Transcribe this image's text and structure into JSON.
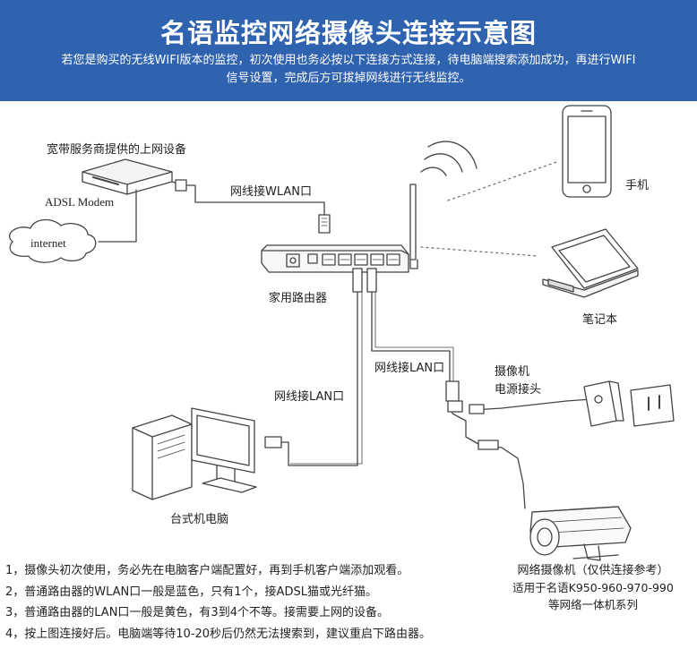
{
  "header": {
    "title": "名语监控网络摄像头连接示意图",
    "subtitle_line1": "若您是购买的无线WIFI版本的监控，初次使用也务必按以下连接方式连接，待电脑端搜索添加成功，再进行WIFI",
    "subtitle_line2": "信号设置，完成后方可拔掉网线进行无线监控。"
  },
  "labels": {
    "isp_equipment": "宽带服务商提供的上网设备",
    "adsl_modem": "ADSL Modem",
    "internet": "internet",
    "wlan_cable": "网线接WLAN口",
    "home_router": "家用路由器",
    "phone": "手机",
    "laptop": "笔记本",
    "lan_cable_camera": "网线接LAN口",
    "lan_cable_pc": "网线接LAN口",
    "camera_power_1": "摄像机",
    "camera_power_2": "电源接头",
    "desktop_pc": "台式机电脑"
  },
  "camera_caption": {
    "line1": "网络摄像机（仅供连接参考）",
    "line2": "适用于名语K950-960-970-990",
    "line3": "等网络一体机系列"
  },
  "notes": [
    "1，摄像头初次使用，务必先在电脑客户端配置好，再到手机客户端添加观看。",
    "2，普通路由器的WLAN口一般是蓝色，只有1个，接ADSL猫或光纤猫。",
    "3，普通路由器的LAN口一般是黄色，有3到4个不等。接需要上网的设备。",
    "4，按上图连接好后。电脑端等待10-20秒后仍然无法搜索到，建议重启下路由器。"
  ],
  "colors": {
    "header_bg": "#2f63b0",
    "header_text": "#ffffff",
    "line": "#444444"
  }
}
